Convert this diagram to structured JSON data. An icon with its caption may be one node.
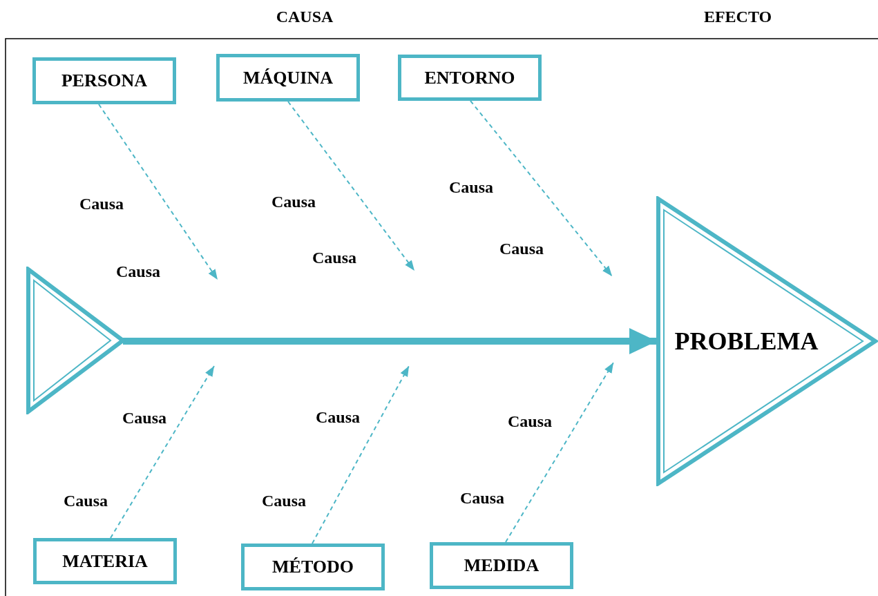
{
  "diagram": {
    "nodes": [
      {
        "text": [
          "PERSONA"
        ]
      },
      {
        "text": [
          "MÁQUINA"
        ]
      },
      {
        "text": [
          "ENTORNO"
        ]
      },
      {
        "text": [
          "MATERIA"
        ]
      },
      {
        "text": [
          "MÉTODO"
        ]
      },
      {
        "text": [
          "MEDIDA"
        ]
      },
      {
        "text": [],
        "shape": "triangle"
      },
      {
        "text": [
          "PROBLEMA"
        ]
      }
    ],
    "edges": [
      {
        "from": 6,
        "to": 7,
        "arrow": "to",
        "style": "thick"
      },
      {
        "from": 0,
        "to": null,
        "arrow": "to",
        "style": "dashed"
      },
      {
        "from": 1,
        "to": null,
        "arrow": "to",
        "style": "dashed"
      },
      {
        "from": 2,
        "to": null,
        "arrow": "to",
        "style": "dashed"
      },
      {
        "from": 3,
        "to": null,
        "arrow": "to",
        "style": "dashed"
      },
      {
        "from": 4,
        "to": null,
        "arrow": "to",
        "style": "dashed"
      },
      {
        "from": 5,
        "to": null,
        "arrow": "to",
        "style": "dashed"
      }
    ],
    "labels": [
      "CAUSA",
      "EFECTO",
      "Causa",
      "Causa",
      "Causa",
      "Causa",
      "Causa",
      "Causa",
      "Causa",
      "Causa",
      "Causa",
      "Causa",
      "Causa",
      "Causa"
    ]
  }
}
